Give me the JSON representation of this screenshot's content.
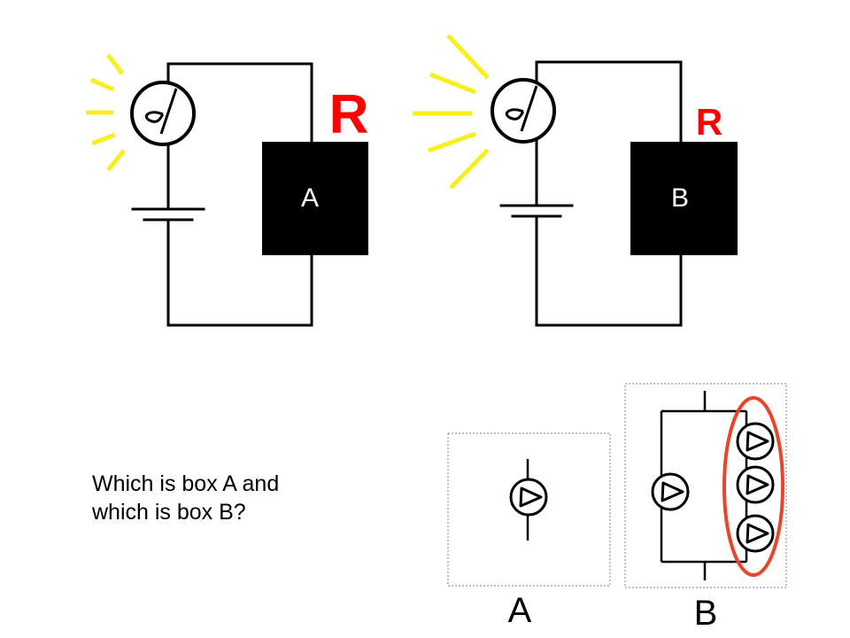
{
  "circuit_a": {
    "resistor_label": "R",
    "box_label": "A"
  },
  "circuit_b": {
    "resistor_label": "R",
    "box_label": "B"
  },
  "question": {
    "line1": "Which is box A and",
    "line2": "which is box B?"
  },
  "answers": {
    "a_label": "A",
    "b_label": "B"
  },
  "colors": {
    "light_rays": "#f7ef1f",
    "resistor_label": "#ff0000",
    "highlight": "#e8462a"
  }
}
